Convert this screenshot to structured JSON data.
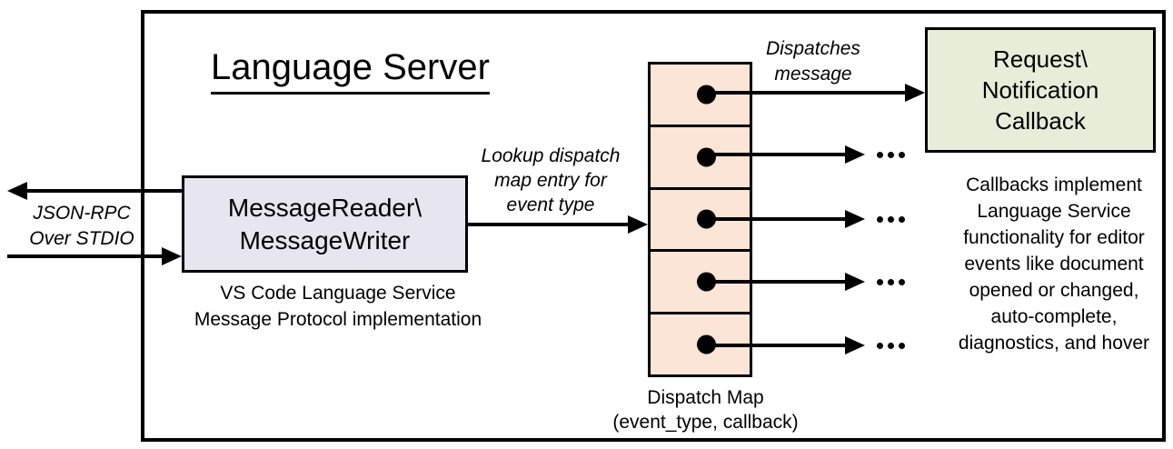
{
  "title": "Language Server",
  "reader_box": {
    "lines": [
      "MessageReader\\",
      "MessageWriter"
    ],
    "caption_lines": [
      "VS Code Language Service",
      "Message Protocol implementation"
    ]
  },
  "stdio_label": {
    "lines": [
      "JSON-RPC",
      "Over STDIO"
    ]
  },
  "lookup_label": {
    "lines": [
      "Lookup dispatch",
      "map entry for",
      "event type"
    ]
  },
  "dispatches_label": {
    "lines": [
      "Dispatches",
      "message"
    ]
  },
  "callback_box": {
    "lines": [
      "Request\\",
      "Notification",
      "Callback"
    ]
  },
  "callbacks_note": {
    "lines": [
      "Callbacks implement",
      "Language Service",
      "functionality for editor",
      "events like document",
      "opened or changed,",
      "auto-complete,",
      "diagnostics, and hover"
    ]
  },
  "dispatch_map": {
    "rows": 5,
    "label_lines": [
      "Dispatch Map",
      "(event_type, callback)"
    ]
  },
  "colors": {
    "reader_fill": "#e6e5f0",
    "map_fill": "#fbe5d6",
    "callback_fill": "#e6eeda",
    "line": "#000000"
  }
}
